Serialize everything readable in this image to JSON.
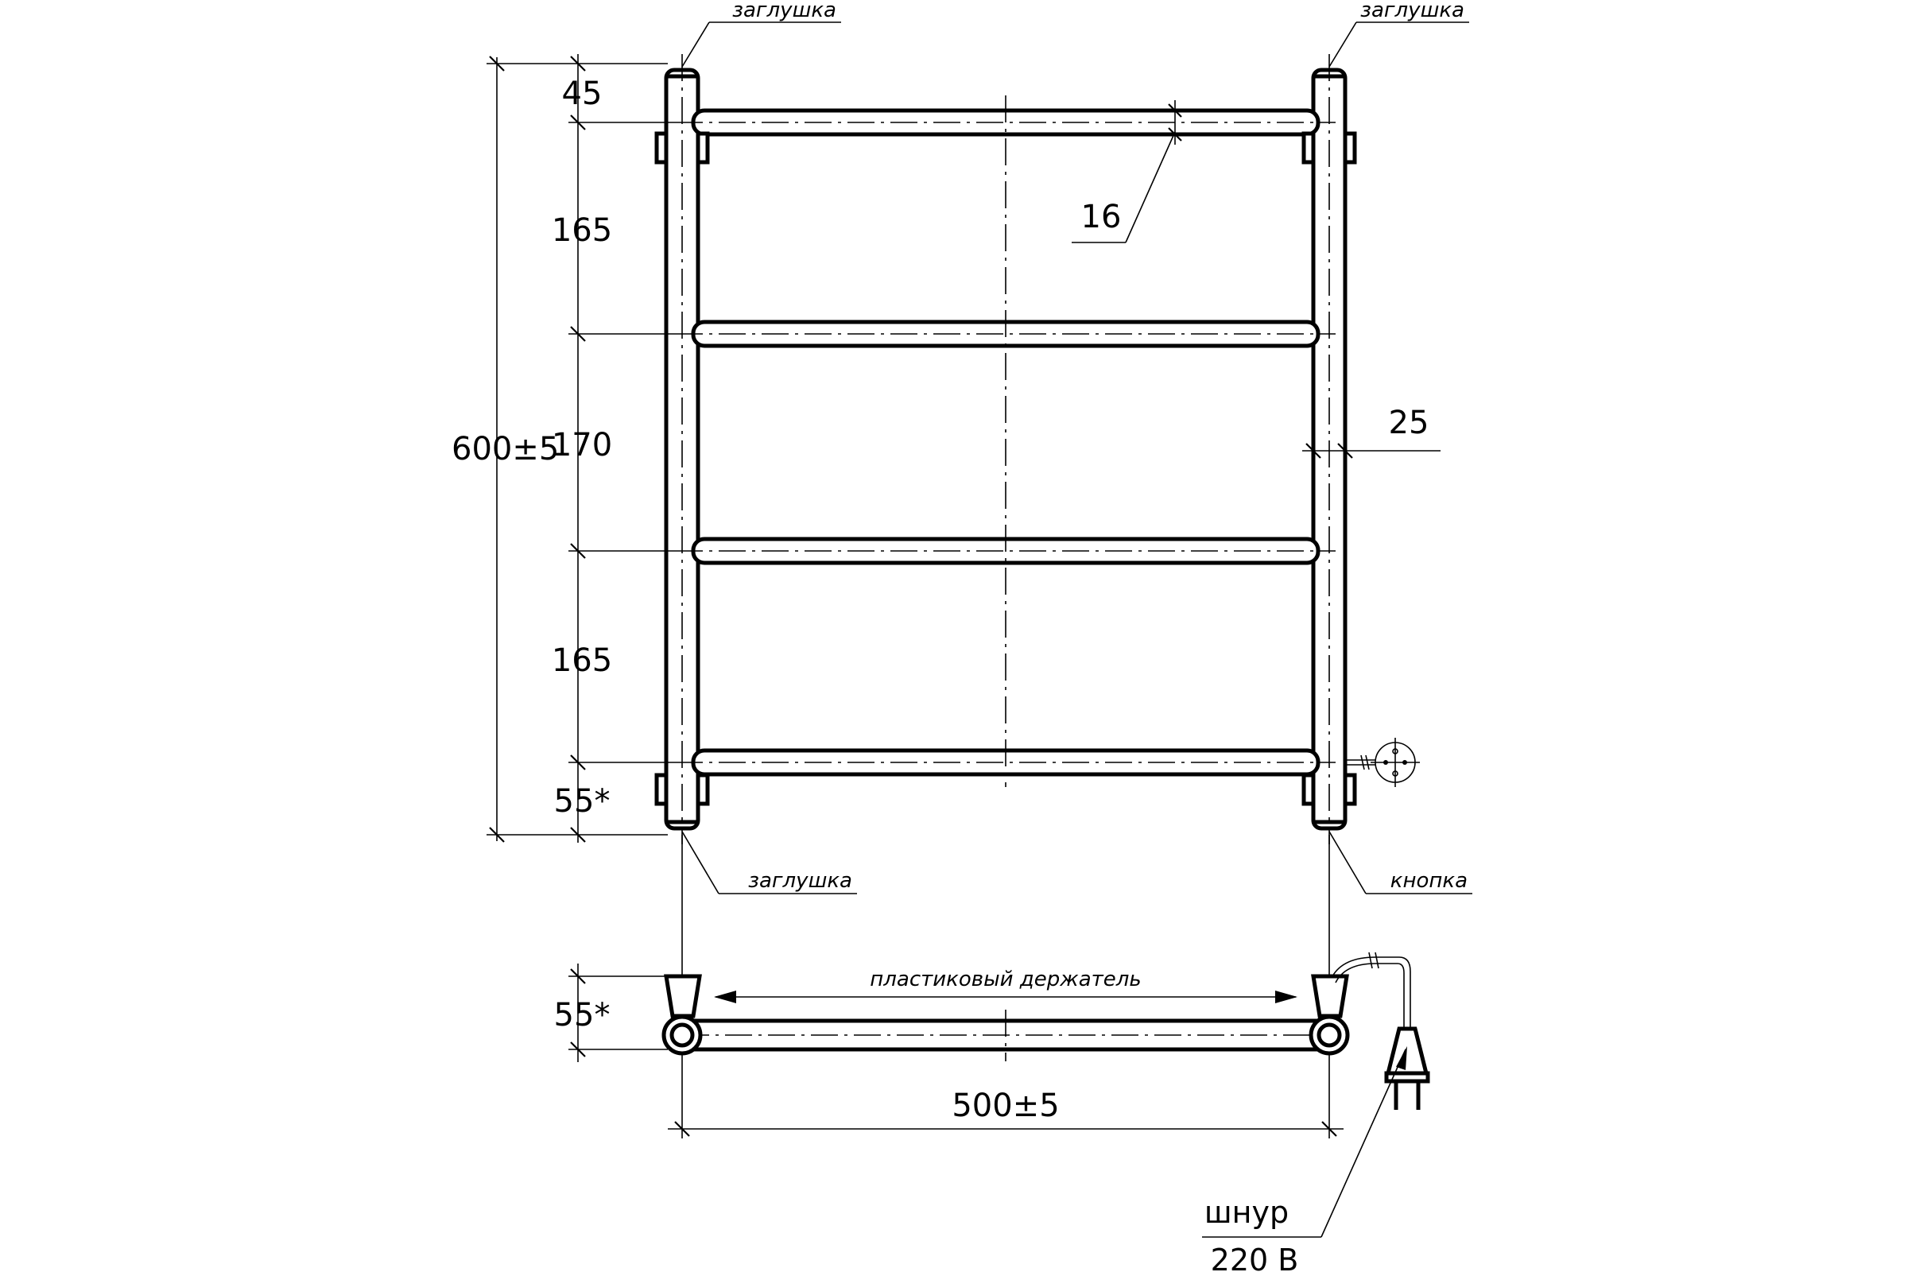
{
  "labels": {
    "plug_top_left": "заглушка",
    "plug_top_right": "заглушка",
    "plug_bottom_left": "заглушка",
    "button": "кнопка",
    "holder": "пластиковый держатель",
    "cord": "шнур",
    "voltage": "220 В"
  },
  "dimensions": {
    "total_height": "600±5",
    "top_offset": "45",
    "span_1": "165",
    "span_2": "170",
    "span_3": "165",
    "bottom_offset": "55*",
    "bar_diameter": "16",
    "post_diameter": "25",
    "wall_offset": "55*",
    "width": "500±5"
  }
}
